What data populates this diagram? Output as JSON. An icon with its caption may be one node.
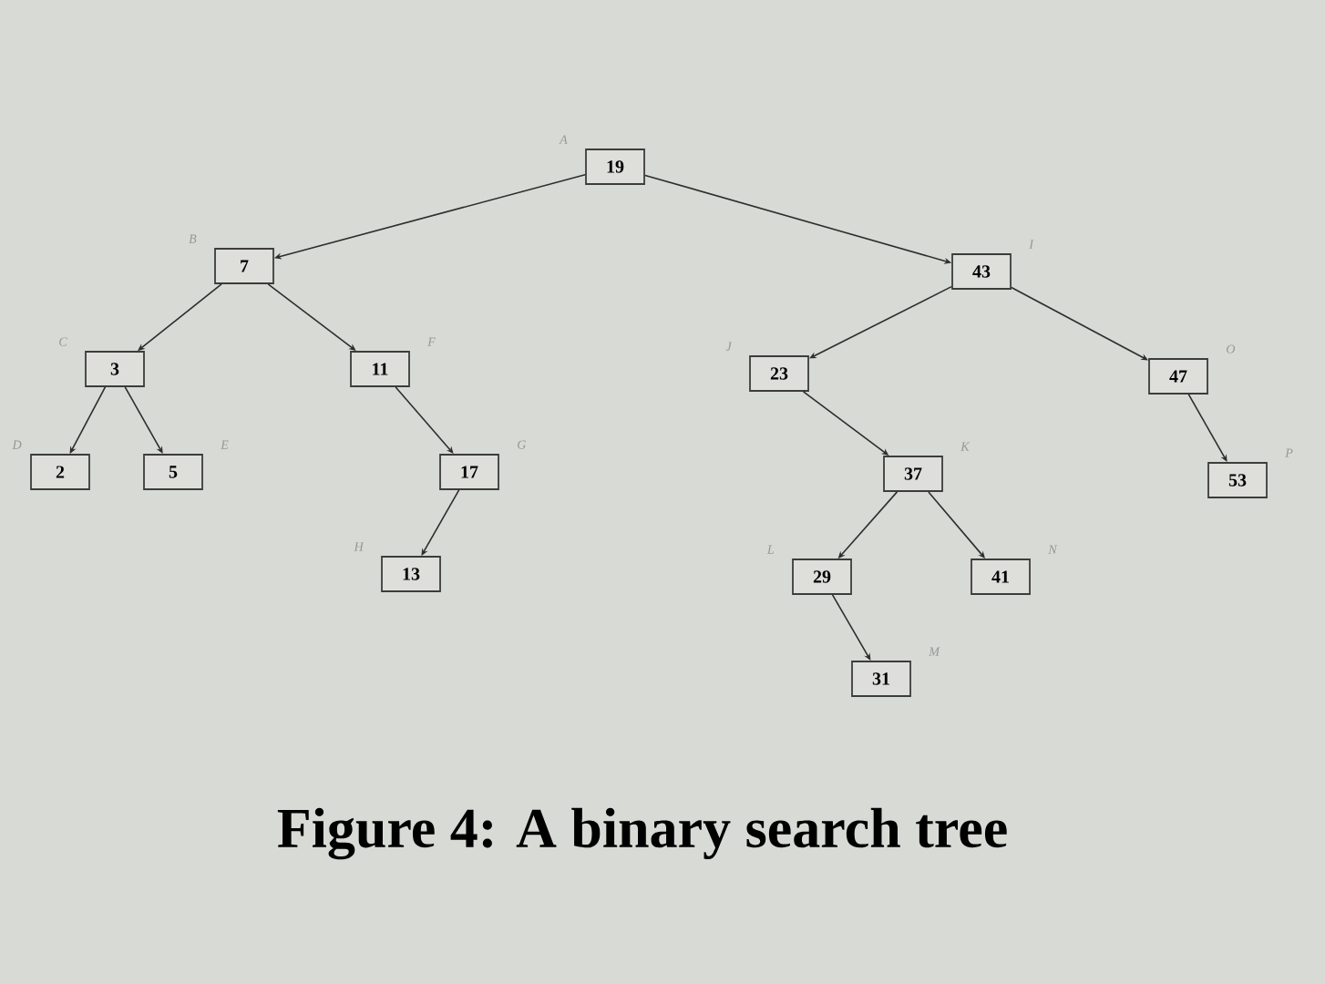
{
  "diagram": {
    "caption": "Figure 4: A binary search tree",
    "nodes": [
      {
        "text": [
          "19"
        ],
        "beside": [
          "A"
        ]
      },
      {
        "text": [
          "7"
        ],
        "beside": [
          "B"
        ]
      },
      {
        "text": [
          "3"
        ],
        "beside": [
          "C"
        ]
      },
      {
        "text": [
          "2"
        ],
        "beside": [
          "D"
        ]
      },
      {
        "text": [
          "5"
        ],
        "beside": [
          "E"
        ]
      },
      {
        "text": [
          "11"
        ],
        "beside": [
          "F"
        ]
      },
      {
        "text": [
          "17"
        ],
        "beside": [
          "G"
        ]
      },
      {
        "text": [
          "13"
        ],
        "beside": [
          "H"
        ]
      },
      {
        "text": [
          "43"
        ],
        "beside": [
          "I"
        ]
      },
      {
        "text": [
          "23"
        ],
        "beside": [
          "J"
        ]
      },
      {
        "text": [
          "37"
        ],
        "beside": [
          "K"
        ]
      },
      {
        "text": [
          "29"
        ],
        "beside": [
          "L"
        ]
      },
      {
        "text": [
          "31"
        ],
        "beside": [
          "M"
        ]
      },
      {
        "text": [
          "41"
        ],
        "beside": [
          "N"
        ]
      },
      {
        "text": [
          "47"
        ],
        "beside": [
          "O"
        ]
      },
      {
        "text": [
          "53"
        ],
        "beside": [
          "P"
        ]
      }
    ],
    "edges": [
      {
        "from": 0,
        "to": 1,
        "arrow": "to"
      },
      {
        "from": 0,
        "to": 8,
        "arrow": "to"
      },
      {
        "from": 1,
        "to": 2,
        "arrow": "to"
      },
      {
        "from": 1,
        "to": 5,
        "arrow": "to"
      },
      {
        "from": 2,
        "to": 3,
        "arrow": "to"
      },
      {
        "from": 2,
        "to": 4,
        "arrow": "to"
      },
      {
        "from": 5,
        "to": 6,
        "arrow": "to"
      },
      {
        "from": 6,
        "to": 7,
        "arrow": "to"
      },
      {
        "from": 8,
        "to": 9,
        "arrow": "to"
      },
      {
        "from": 8,
        "to": 14,
        "arrow": "to"
      },
      {
        "from": 9,
        "to": 10,
        "arrow": "to"
      },
      {
        "from": 10,
        "to": 11,
        "arrow": "to"
      },
      {
        "from": 10,
        "to": 13,
        "arrow": "to"
      },
      {
        "from": 11,
        "to": 12,
        "arrow": "to"
      },
      {
        "from": 14,
        "to": 15,
        "arrow": "to"
      }
    ]
  }
}
